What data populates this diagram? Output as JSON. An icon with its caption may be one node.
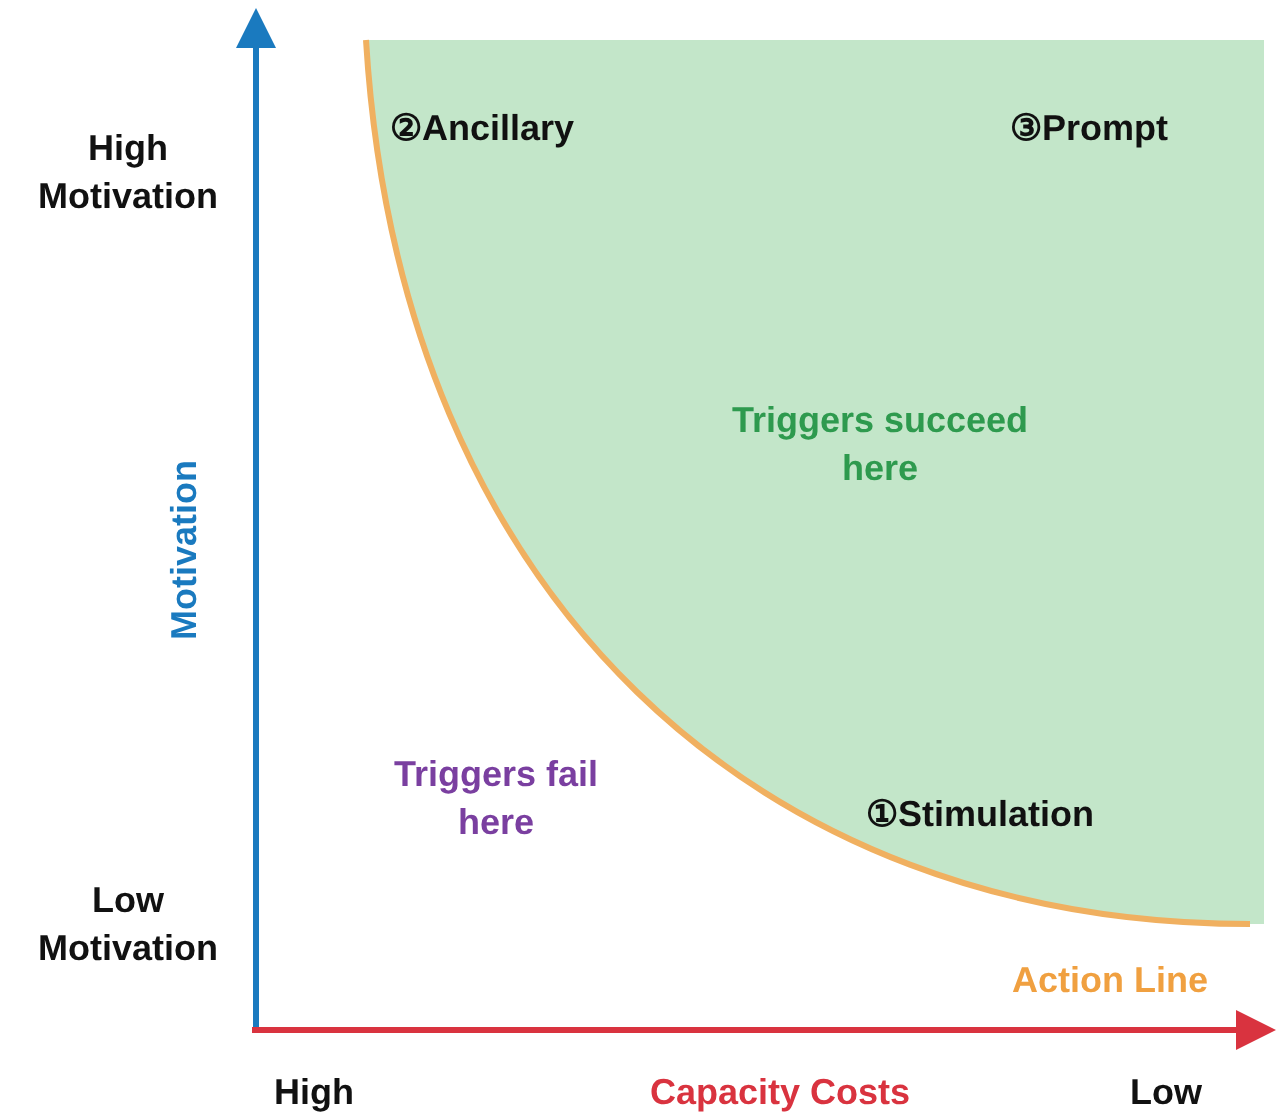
{
  "diagram": {
    "labels": [
      "High Motivation",
      "Motivation",
      "Low Motivation",
      "High",
      "Capacity Costs",
      "Low",
      "Action Line",
      "②Ancillary",
      "③Prompt",
      "Triggers succeed here",
      "①Stimulation",
      "Triggers fail here"
    ]
  }
}
